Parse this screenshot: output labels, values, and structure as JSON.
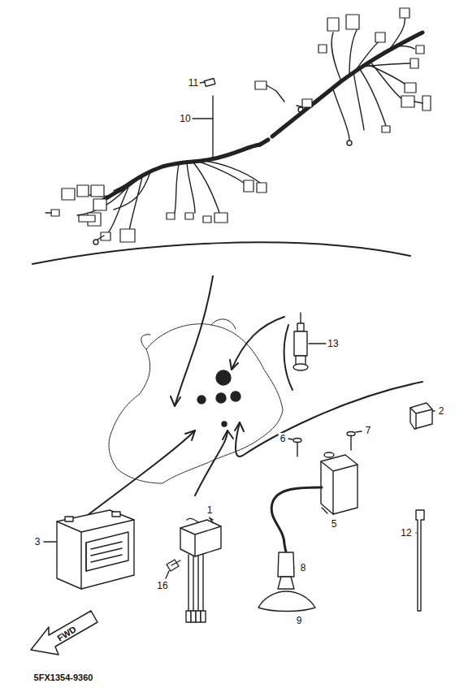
{
  "diagram": {
    "labels": [
      "11",
      "10",
      "13",
      "2",
      "6",
      "7",
      "5",
      "3",
      "1",
      "16",
      "8",
      "9",
      "12",
      "FWD",
      "5FX1354-9360"
    ]
  }
}
